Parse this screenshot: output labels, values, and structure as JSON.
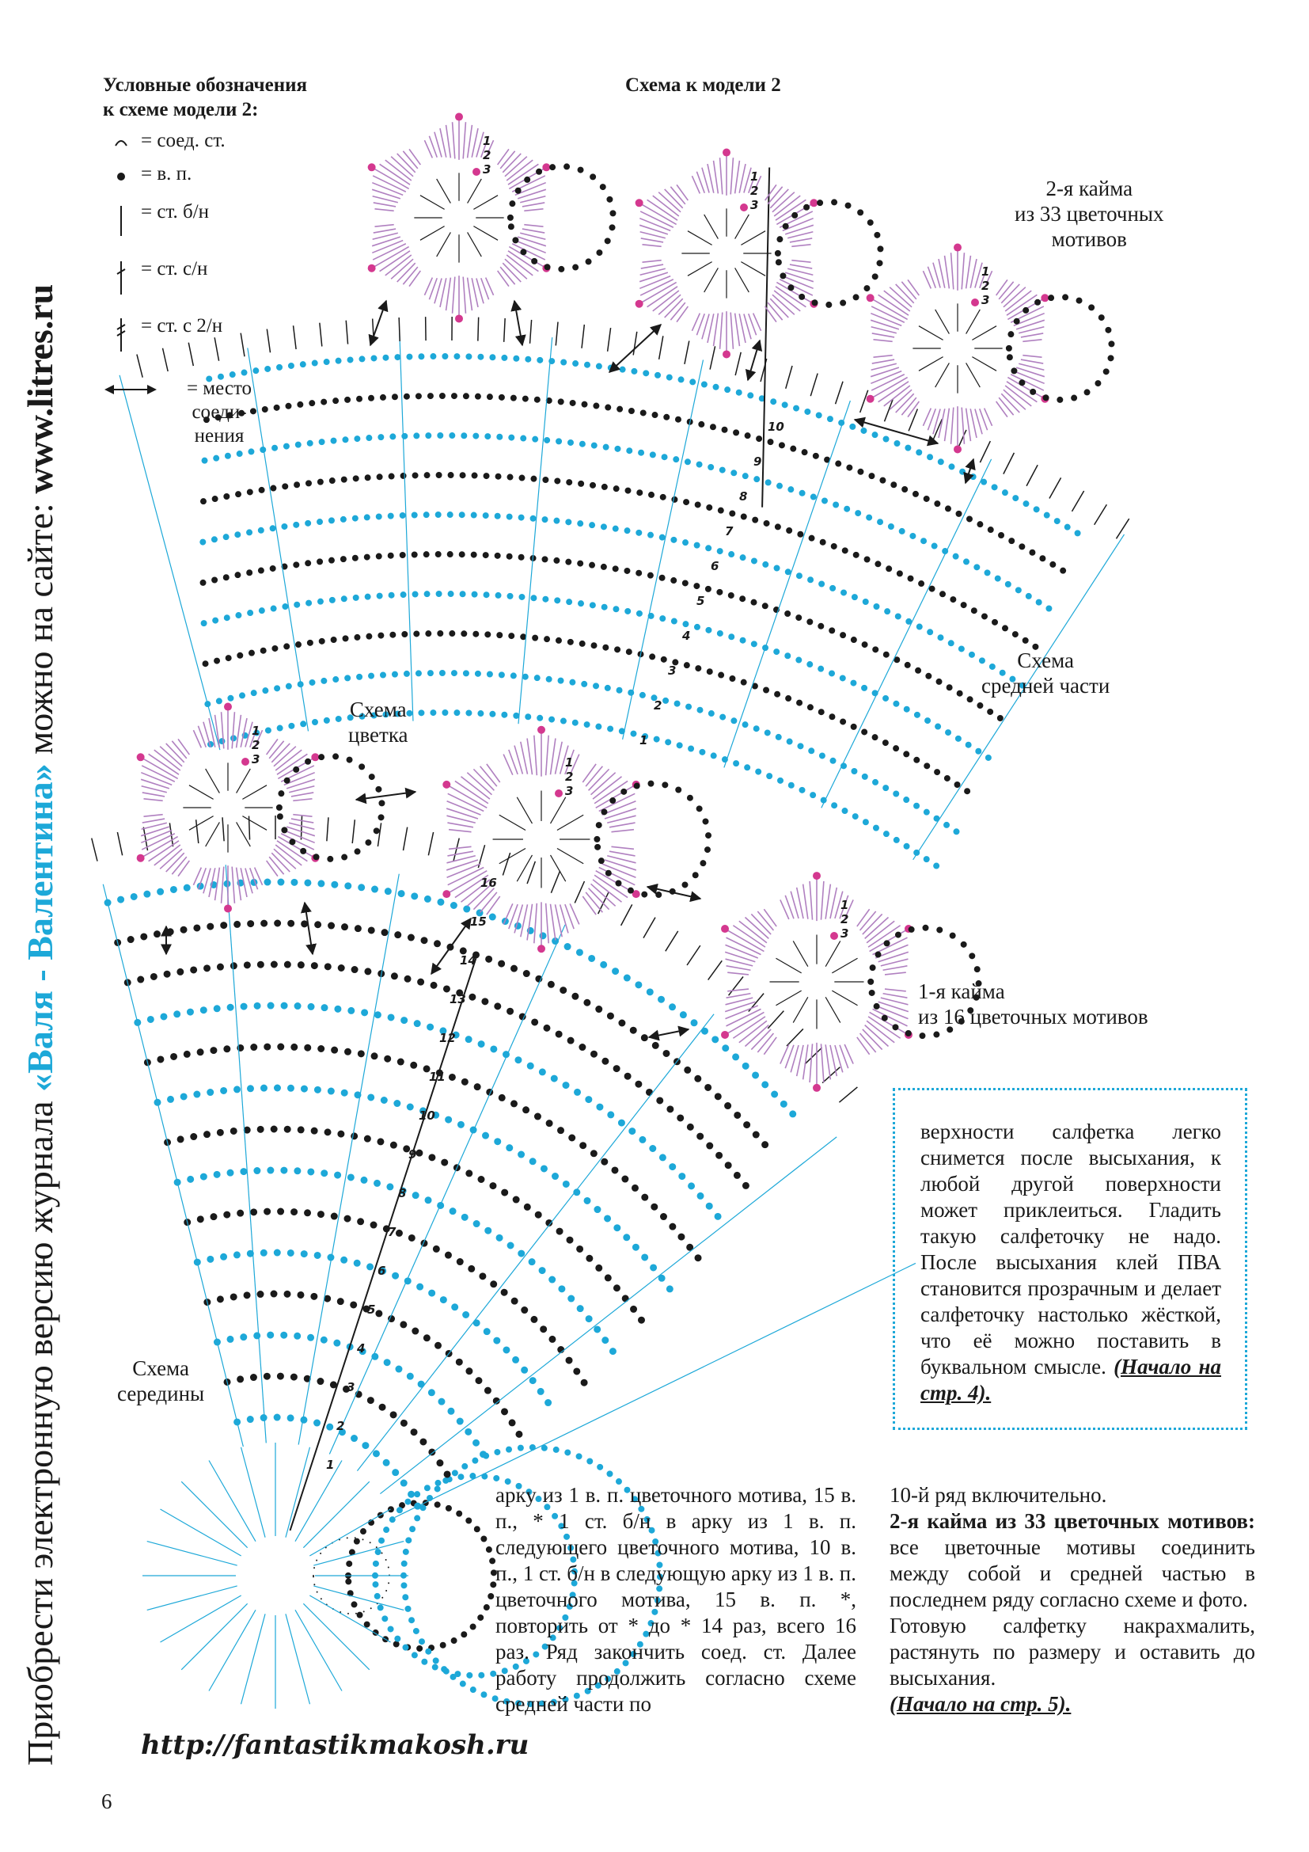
{
  "side_banner": {
    "prefix": "Приобрести электронную версию журнала ",
    "magazine": "«Валя - Валентина»",
    "middle": " можно на сайте: ",
    "site": "www.litres.ru"
  },
  "legend": {
    "title_line1": "Условные обозначения",
    "title_line2": "к схеме модели 2:",
    "items": [
      {
        "symbol": "slip-stitch",
        "text": "= соед. ст."
      },
      {
        "symbol": "chain-stitch",
        "text": "= в. п."
      },
      {
        "symbol": "single-crochet",
        "text": "= ст. б/н"
      },
      {
        "symbol": "double-crochet",
        "text": "= ст. с/н"
      },
      {
        "symbol": "treble-crochet",
        "text": "= ст. с 2/н"
      }
    ],
    "join": {
      "line1": "= место",
      "line2": "соеди-",
      "line3": "нения"
    }
  },
  "scheme_title": "Схема к модели 2",
  "labels": {
    "border2": {
      "line1": "2-я кайма",
      "line2": "из 33 цветочных",
      "line3": "мотивов"
    },
    "middle_part": {
      "line1": "Схема",
      "line2": "средней части"
    },
    "flower": {
      "line1": "Схема",
      "line2": "цветка"
    },
    "border1": {
      "line1": "1-я кайма",
      "line2": "из 16 цветочных мотивов"
    },
    "center": {
      "line1": "Схема",
      "line2": "середины"
    }
  },
  "flower_rows": [
    "1",
    "2",
    "3"
  ],
  "middle_rows": [
    "1",
    "2",
    "3",
    "4",
    "5",
    "6",
    "7",
    "8",
    "9",
    "10"
  ],
  "center_rows": [
    "1",
    "2",
    "3",
    "4",
    "5",
    "6",
    "7",
    "8",
    "9",
    "10",
    "11",
    "12",
    "13",
    "14",
    "15",
    "16"
  ],
  "boxed_text": {
    "body": "верхности салфетка легко снимется после высыхания, к любой другой поверхности может приклеиться. Гладить такую салфеточку не надо. После высыхания клей ПВА становится прозрачным и делает салфеточку настолько жёсткой, что её можно поставить в буквальном смысле.",
    "continued": "(Начало на стр. 4)."
  },
  "column1": {
    "body": "арку из 1 в. п. цветочного мотива, 15 в. п., * 1 ст. б/н в арку из 1 в. п. следующего цветочного мотива, 10 в. п., 1 ст. б/н в следующую арку из 1 в. п. цветочного мотива, 15 в. п. *, повторить от * до * 14 раз, всего 16 раз. Ряд закончить соед. ст. Далее работу продолжить согласно схеме средней части по"
  },
  "column2": {
    "p1": "10-й ряд включительно.",
    "heading": "2-я кайма из 33 цветочных мотивов:",
    "p2": " все цветочные мотивы соединить между собой и средней частью в последнем ряду согласно схеме и фото.",
    "p3": "Готовую салфетку накрахмалить, растянуть по размеру и оставить до высыхания.",
    "continued": "(Начало на стр. 5)."
  },
  "footer_url": "http://fantastikmakosh.ru",
  "page_number": "6",
  "colors": {
    "cyan": "#1da8d8",
    "black": "#1a1a1a",
    "magenta": "#d4388f",
    "petal": "#b080c0",
    "arrow": "#1a1a1a"
  }
}
